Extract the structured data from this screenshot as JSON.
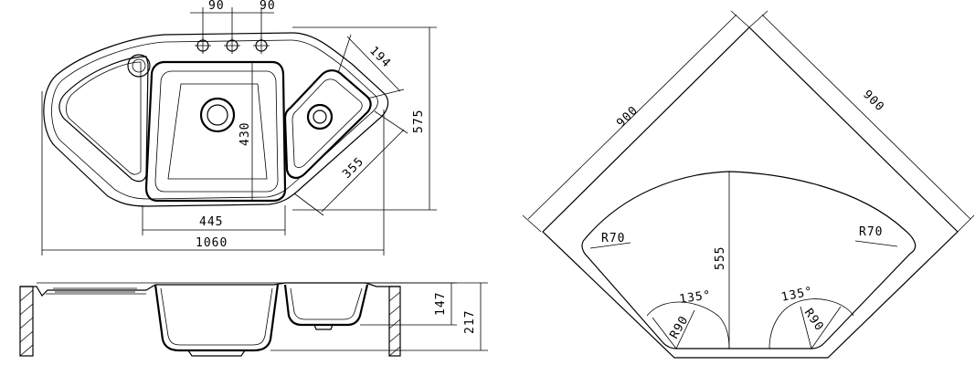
{
  "top_view": {
    "tap_spacing_left": "90",
    "tap_spacing_right": "90",
    "depth_total": "575",
    "width_total": "1060",
    "main_bowl_width": "445",
    "main_bowl_depth": "430",
    "small_bowl_width": "355",
    "small_bowl_offset": "194"
  },
  "side_view": {
    "small_bowl_height": "147",
    "total_height": "217"
  },
  "cutout": {
    "side_a": "900",
    "side_b": "900",
    "depth": "555",
    "radius_left": "R70",
    "radius_right": "R70",
    "angle_left": "135°",
    "angle_right": "135°",
    "inner_radius_left": "R90",
    "inner_radius_right": "R90"
  }
}
